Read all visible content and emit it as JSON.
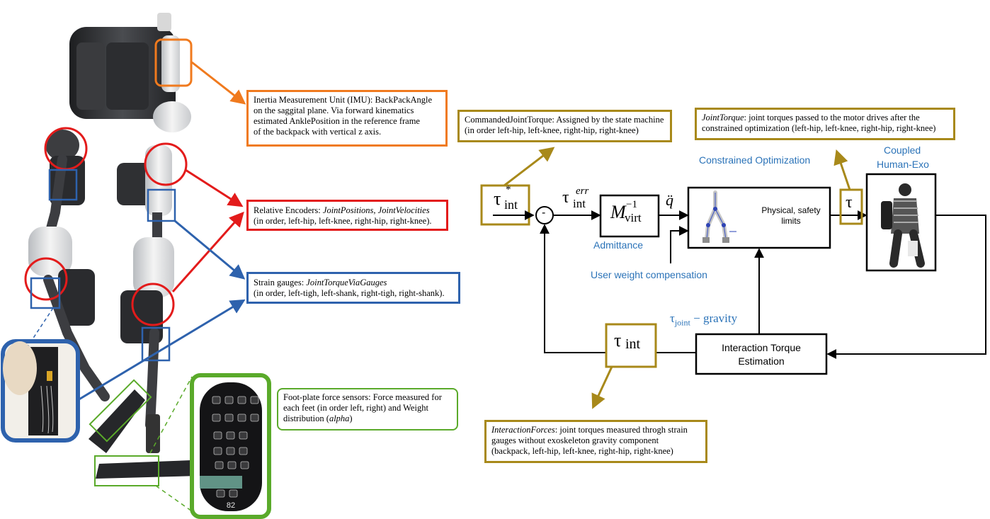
{
  "colors": {
    "imu": "#f07a1e",
    "encoder": "#e31b1b",
    "gauge": "#2e62ad",
    "foot": "#5aaa2a",
    "gold": "#a8891a",
    "blue_text": "#2b73b8"
  },
  "left": {
    "imu_box": {
      "lines": [
        "Inertia Measurement Unit (IMU): BackPackAngle",
        "on the saggital plane. Via forward kinematics",
        "estimated AnklePosition in the reference frame",
        "of the backpack with vertical z axis."
      ]
    },
    "encoder_box": {
      "line1_prefix": "Relative Encoders: ",
      "line1_italic": "JointPositions, JointVelocities",
      "line2": "(in order, left-hip, left-knee, right-hip, right-knee)."
    },
    "gauge_box": {
      "line1_prefix": "Strain gauges:  ",
      "line1_italic": "JointTorqueViaGauges",
      "line2": "(in order, left-tigh, left-shank, right-tigh, right-shank)."
    },
    "foot_box": {
      "line1": "Foot-plate force sensors: Force measured for",
      "line2": "each feet (in order left, right) and Weight",
      "line3_prefix": "distribution (",
      "line3_italic": "alpha",
      "line3_suffix": ")"
    },
    "foot_plate_number": "82"
  },
  "right": {
    "commanded_box": {
      "line1": "CommandedJointTorque: Assigned by the state machine",
      "line2": "(in order left-hip, left-knee, right-hip, right-knee)"
    },
    "jointtorque_box": {
      "line1_italic": "JointTorque",
      "line1_suffix": ": joint torques passed to the motor drives after the",
      "line2": "constrained optimization (left-hip, left-knee, right-hip, right-knee)"
    },
    "interaction_box": {
      "line1_italic": "InteractionForces",
      "line1_suffix": ": joint torques measured throgh strain",
      "line2": " gauges without exoskeleton gravity component",
      "line3": "(backpack, left-hip, left-knee, right-hip, right-knee)"
    },
    "labels": {
      "constrained_optimization": "Constrained Optimization",
      "coupled_line1": "Coupled",
      "coupled_line2": "Human-Exo",
      "admittance": "Admittance",
      "user_weight": "User weight compensation",
      "tau_joint_minus_gravity": "τjoint − gravity",
      "physical_limits_line1": "Physical, safety",
      "physical_limits_line2": "limits",
      "interaction_est_line1": "Interaction Torque",
      "interaction_est_line2": "Estimation",
      "sum_sign": "-"
    },
    "symbols": {
      "tau": "τ",
      "int": "int",
      "err": "err",
      "star": "*",
      "M": "M",
      "virt": "virt",
      "minus_one": "−1",
      "qdd": "q̈",
      "joint": "joint"
    }
  }
}
